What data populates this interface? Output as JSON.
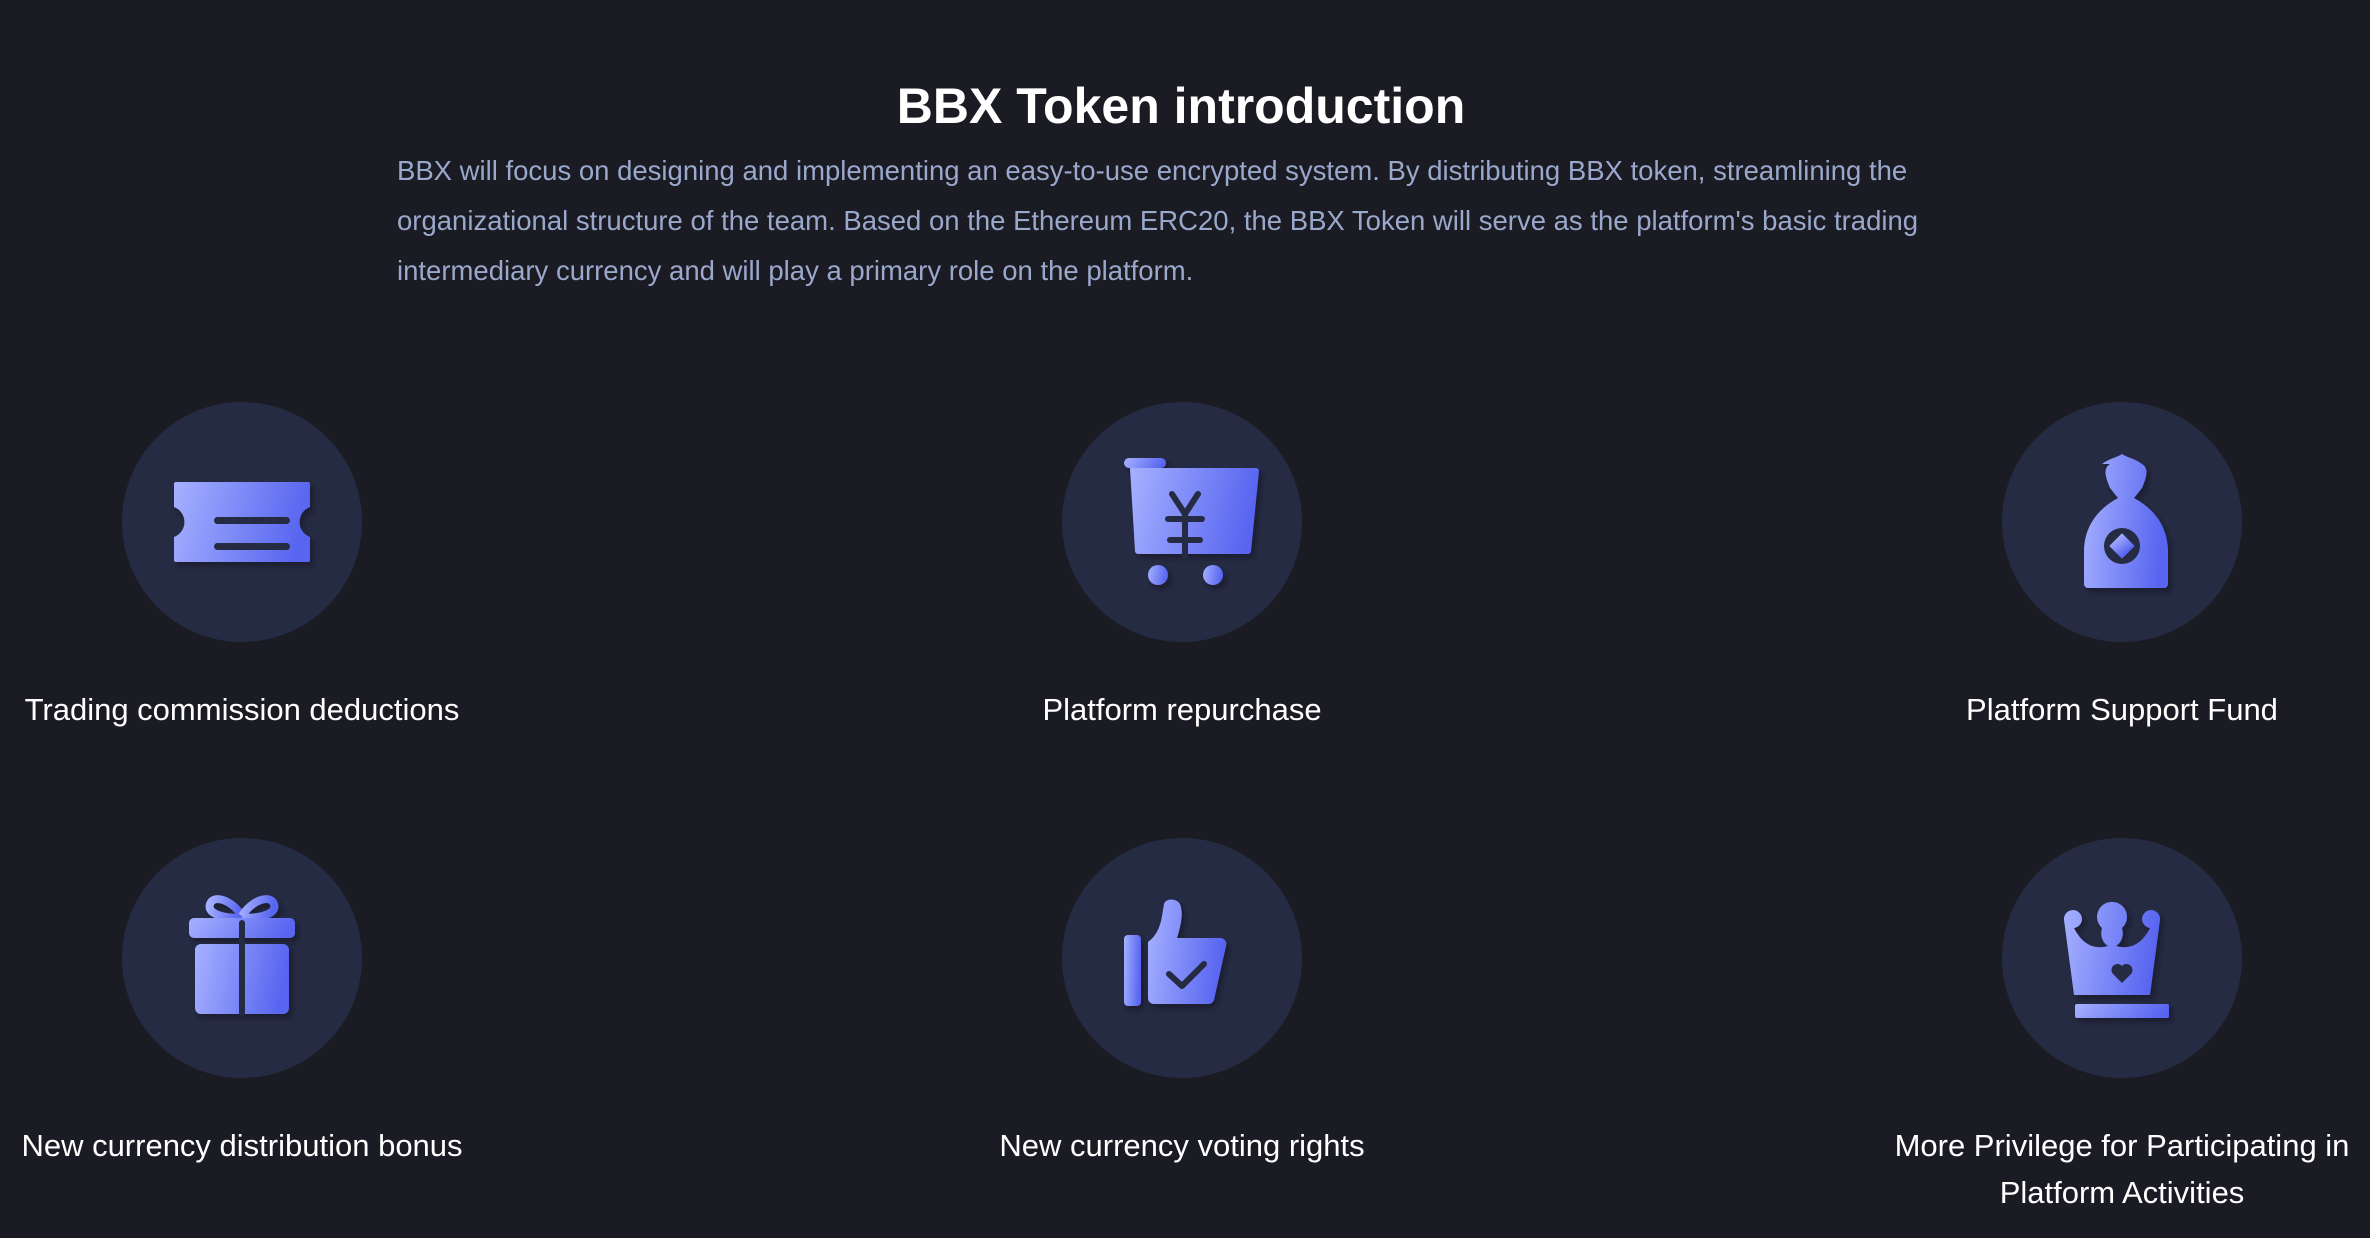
{
  "section": {
    "title": "BBX Token introduction",
    "intro": "BBX will focus on designing and implementing an easy-to-use encrypted system. By distributing BBX token, streamlining the organizational structure of the team. Based on the Ethereum ERC20, the BBX Token will serve as the platform's basic trading intermediary currency and will play a primary role on the platform."
  },
  "colors": {
    "background": "#1a1b23",
    "circle": "#252b42",
    "icon_gradient_start": "#a6b1ff",
    "icon_gradient_end": "#5865f0",
    "intro_text": "#9aa8cc",
    "label_text": "#ffffff"
  },
  "features": [
    {
      "label": "Trading commission deductions",
      "icon": "ticket-icon"
    },
    {
      "label": "Platform repurchase",
      "icon": "shopping-cart-yen-icon"
    },
    {
      "label": "Platform Support Fund",
      "icon": "money-bag-icon"
    },
    {
      "label": "New currency distribution bonus",
      "icon": "gift-icon"
    },
    {
      "label": "New currency voting rights",
      "icon": "thumbs-up-check-icon"
    },
    {
      "label": "More Privilege for Participating in Platform Activities",
      "icon": "crown-heart-icon"
    }
  ]
}
